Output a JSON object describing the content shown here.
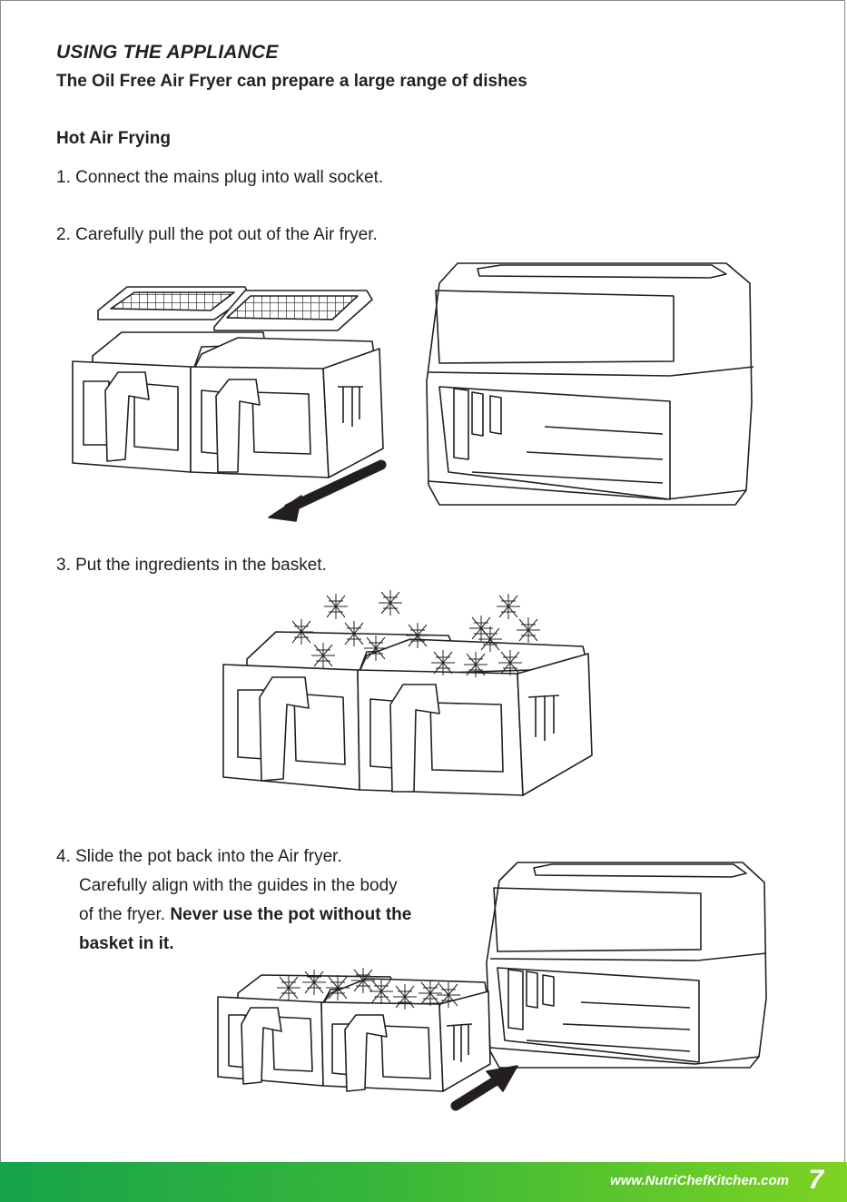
{
  "section": {
    "title": "USING THE APPLIANCE",
    "subtitle": "The Oil Free Air Fryer can prepare a large range of dishes",
    "heading": "Hot Air Frying"
  },
  "steps": {
    "s1": "1. Connect the mains plug into wall socket.",
    "s2": "2. Carefully pull the pot out of the Air fryer.",
    "s3": "3. Put the ingredients in the basket.",
    "s4_line1": "4. Slide the pot back into the Air fryer.",
    "s4_line2": "Carefully align with the guides in the body",
    "s4_line3": "of the fryer.",
    "s4_bold1": "Never use the pot without the",
    "s4_bold2": "basket in it."
  },
  "illustrations": [
    {
      "name": "baskets-removed-illustration",
      "icon": "dual-basket-air-fryer-icon"
    },
    {
      "name": "ingredients-in-basket-illustration",
      "icon": "food-basket-icon"
    },
    {
      "name": "slide-basket-back-illustration",
      "icon": "insert-arrow-icon"
    }
  ],
  "footer": {
    "url": "www.NutriChefKitchen.com",
    "page_number": "7",
    "gradient_start": "#16a34a",
    "gradient_end": "#7ed321"
  }
}
